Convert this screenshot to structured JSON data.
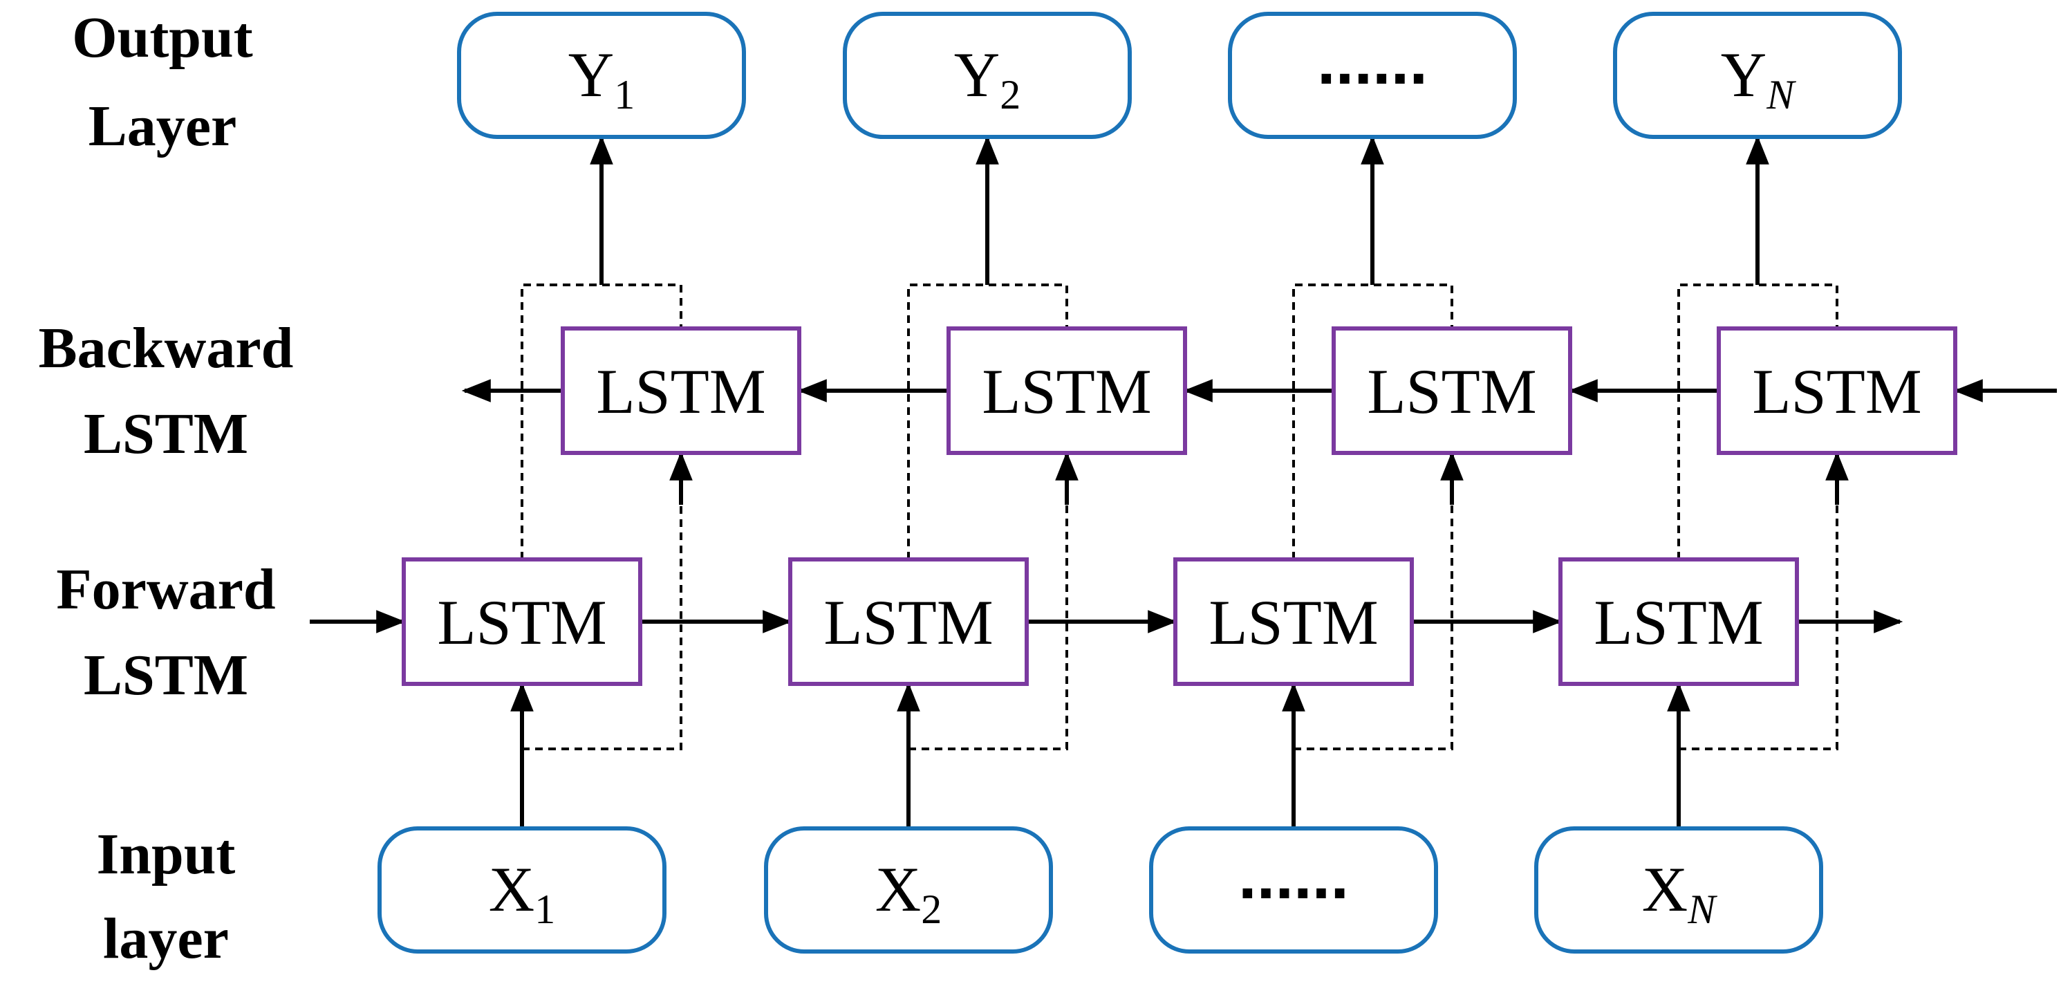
{
  "labels": {
    "output": [
      "Output",
      "Layer"
    ],
    "backward": [
      "Backward",
      "LSTM"
    ],
    "forward": [
      "Forward",
      "LSTM"
    ],
    "input": [
      "Input",
      "layer"
    ]
  },
  "outputs": [
    {
      "main": "Y",
      "sub": "1"
    },
    {
      "main": "Y",
      "sub": "2"
    },
    {
      "main": "......",
      "sub": ""
    },
    {
      "main": "Y",
      "sub": "N",
      "sub_italic": true
    }
  ],
  "inputs": [
    {
      "main": "X",
      "sub": "1"
    },
    {
      "main": "X",
      "sub": "2"
    },
    {
      "main": "......",
      "sub": ""
    },
    {
      "main": "X",
      "sub": "N",
      "sub_italic": true
    }
  ],
  "lstm_label": "LSTM",
  "colors": {
    "io_border": "#1a73b8",
    "lstm_border": "#7b3aa0",
    "line": "#000000"
  }
}
